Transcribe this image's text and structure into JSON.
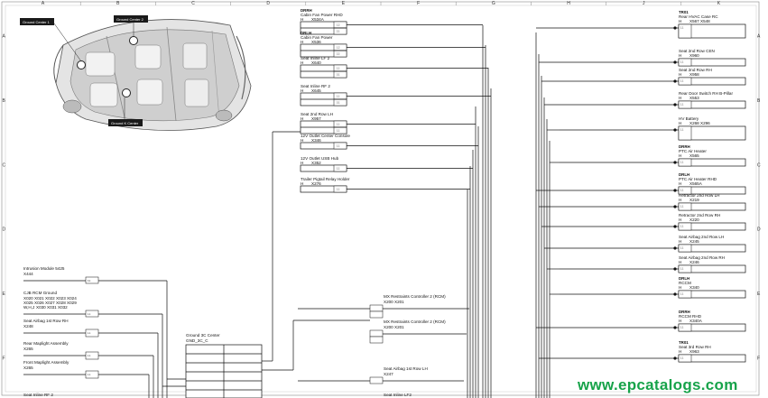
{
  "frame": {
    "columns": [
      "A",
      "B",
      "C",
      "D",
      "E",
      "F",
      "G",
      "H",
      "J",
      "K"
    ],
    "rows": [
      "A",
      "B",
      "C",
      "D",
      "E",
      "F"
    ]
  },
  "callouts": {
    "left_front": "Ground Center 1",
    "left_rear": "Ground Center 2",
    "center_bottom": "Ground K Center"
  },
  "watermark": "www.epcatalogs.com",
  "middle": [
    {
      "hdr": "DRRH",
      "title": "Cabin Fan Power RHD",
      "code": "X534A",
      "pins": [
        "1.2",
        "2.1"
      ]
    },
    {
      "hdr": "DRLH",
      "title": "Cabin Fan Power",
      "code": "X536",
      "pins": [
        "1.2",
        "2.2"
      ]
    },
    {
      "hdr": "",
      "title": "Seat Inline LF 2",
      "code": "X640",
      "pins": [
        "1.1",
        "3.1"
      ]
    },
    {
      "hdr": "",
      "title": "Seat Inline RF 2",
      "code": "X645",
      "pins": [
        "1.1",
        "3.1"
      ]
    },
    {
      "hdr": "",
      "title": "Seat 2nd Row LH",
      "code": "X957",
      "pins": [
        "1.1",
        "1.1"
      ]
    },
    {
      "hdr": "",
      "title": "12V Outlet Center Console",
      "code": "X346",
      "pins": [
        "1.1"
      ]
    },
    {
      "hdr": "",
      "title": "12V Outlet USB Hub",
      "code": "X352",
      "pins": [
        "1.1"
      ]
    },
    {
      "hdr": "",
      "title": "Trailer Pigtail Relay Holder",
      "code": "X276",
      "pins": [
        "1.1"
      ]
    }
  ],
  "left": [
    {
      "title": "Intrusion Module 5425",
      "code": "X444"
    },
    {
      "title": "CJB RCM Ground",
      "code": "X020  X021  X022  X023  X024"
    },
    {
      "title": "",
      "code": "X025  X026  X027  X028  X029"
    },
    {
      "title": "W,H,J",
      "code": "X030  X031  X032"
    },
    {
      "title": "Seat Airbag 1st Row RH",
      "code": "X248"
    },
    {
      "title": "Rear Maplight Assembly",
      "code": "X265"
    },
    {
      "title": "Front Maplight Assembly",
      "code": "X265"
    },
    {
      "title": "Seat Inline RF 2",
      "code": ""
    }
  ],
  "ground": {
    "title": "Ground 3C Center",
    "code": "GND_3C_C"
  },
  "rcm": [
    {
      "title": "MX Restraints Controller 2 (RCM)",
      "code": "X200  X201"
    },
    {
      "title": "MX Restraints Controller 2 (RCM)",
      "code": "X200  X201"
    }
  ],
  "seat_1st": {
    "title": "Seat Airbag 1st Row LH",
    "code": "X247"
  },
  "seat_inline_lf2": {
    "title": "Seat Inline LF2",
    "code": ""
  },
  "right": [
    {
      "hdr": "TR01",
      "title": "Rear HVAC Case RC",
      "code": "X567  X548"
    },
    {
      "hdr": "",
      "title": "Seat 2nd Row CEN",
      "code": "X960"
    },
    {
      "hdr": "",
      "title": "Seat 2nd Row RH",
      "code": "X958"
    },
    {
      "hdr": "",
      "title": "Rear Door Switch RH B-Pillar",
      "code": "X553"
    },
    {
      "hdr": "",
      "title": "HV Battery",
      "code": "X268  X296"
    },
    {
      "hdr": "DRRH",
      "title": "PTC Air Heater",
      "code": "X565"
    },
    {
      "hdr": "DRLH",
      "title": "PTC Air Heater RHD",
      "code": "X565A"
    },
    {
      "hdr": "",
      "title": "Retractor 2nd Row LH",
      "code": "X219"
    },
    {
      "hdr": "",
      "title": "Retractor 2nd Row RH",
      "code": "X220"
    },
    {
      "hdr": "",
      "title": "Seat Airbag 2nd Row LH",
      "code": "X245"
    },
    {
      "hdr": "",
      "title": "Seat Airbag 2nd Row RH",
      "code": "X246"
    },
    {
      "hdr": "DRLH",
      "title": "RCCM",
      "code": "X340"
    },
    {
      "hdr": "DRRH",
      "title": "RCCM RHD",
      "code": "X340A"
    },
    {
      "hdr": "TR01",
      "title": "Seat 3rd Row RH",
      "code": "X963"
    }
  ]
}
